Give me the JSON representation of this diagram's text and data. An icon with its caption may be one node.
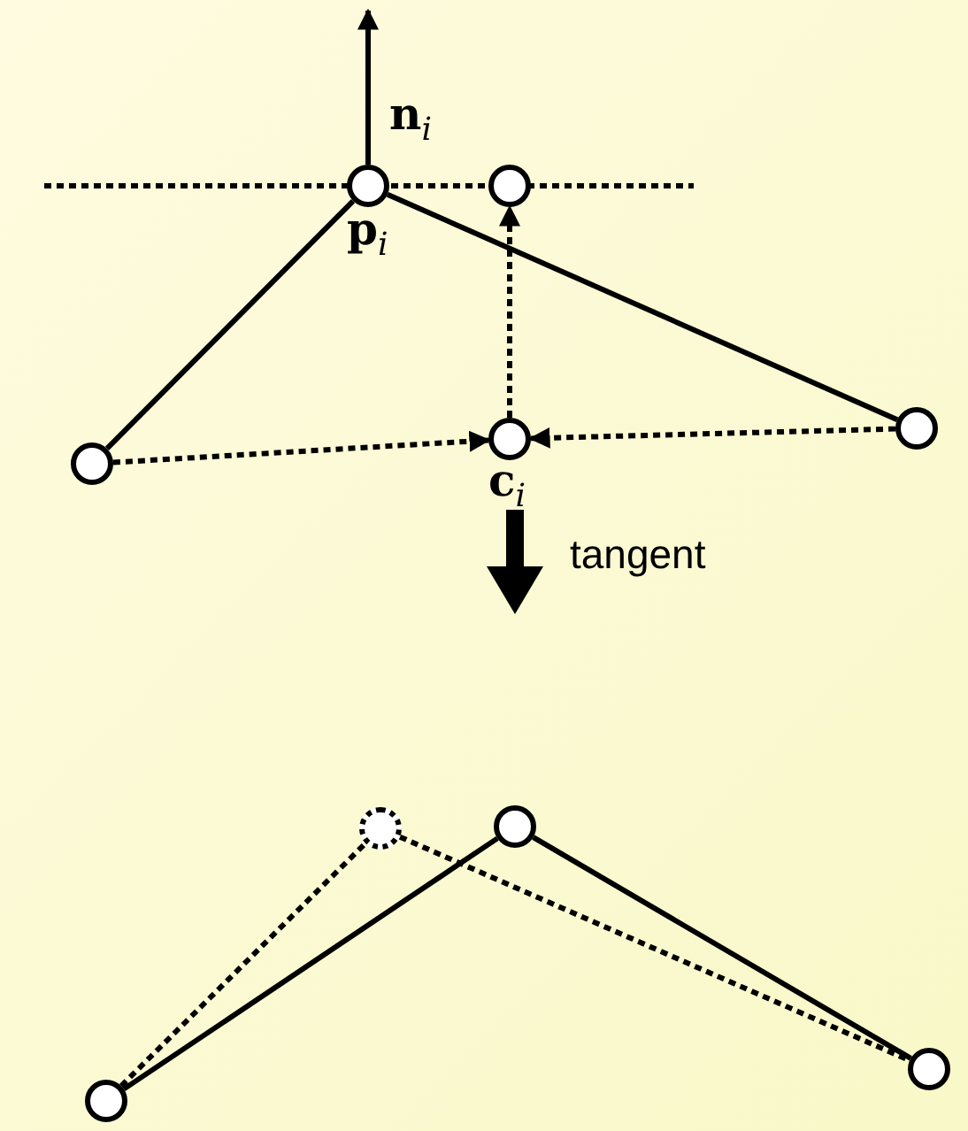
{
  "diagram": {
    "nodes": [
      {
        "text": [],
        "shape": "circle",
        "beside": [
          "**p**$_{i}$"
        ]
      },
      {
        "text": [],
        "shape": "circle"
      },
      {
        "text": [],
        "shape": "circle"
      },
      {
        "text": [],
        "shape": "circle",
        "beside": [
          "**c**$_{i}$"
        ]
      },
      {
        "text": [],
        "shape": "circle"
      },
      {
        "text": [],
        "shape": "circle"
      },
      {
        "text": [],
        "shape": "circle"
      },
      {
        "text": [],
        "shape": "circle"
      },
      {
        "text": [],
        "shape": "circle"
      }
    ],
    "edges": [
      {
        "from": 0,
        "to": null,
        "arrow": "to"
      },
      {
        "from": 0,
        "to": 2,
        "arrow": "none"
      },
      {
        "from": 0,
        "to": 4,
        "arrow": "none"
      },
      {
        "from": 2,
        "to": 3,
        "arrow": "to",
        "style": "dashed"
      },
      {
        "from": 4,
        "to": 3,
        "arrow": "to",
        "style": "dashed"
      },
      {
        "from": 3,
        "to": 1,
        "arrow": "to",
        "style": "dashed"
      },
      {
        "from": 7,
        "to": 5,
        "arrow": "none",
        "style": "dashed"
      },
      {
        "from": 5,
        "to": 8,
        "arrow": "none",
        "style": "dashed"
      },
      {
        "from": 7,
        "to": 6,
        "arrow": "none"
      },
      {
        "from": 6,
        "to": 8,
        "arrow": "none"
      }
    ],
    "labels": [
      "**n**$_{i}$",
      "tangent"
    ]
  }
}
